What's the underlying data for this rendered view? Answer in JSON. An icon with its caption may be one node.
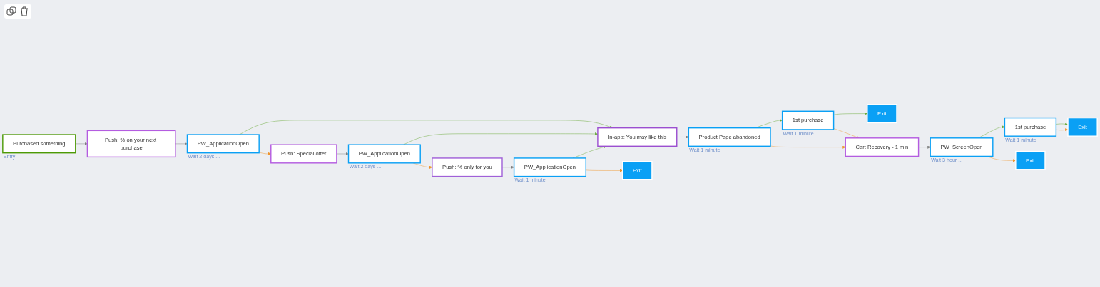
{
  "diagram": {
    "nodes": [
      {
        "text": [
          "Purchased something"
        ],
        "beside": [
          "Entry"
        ]
      },
      {
        "text": [
          "Push: % on your next purchase"
        ]
      },
      {
        "text": [
          "PW_ApplicationOpen"
        ],
        "beside": [
          "Wait 2 days ..."
        ]
      },
      {
        "text": [
          "Push: Special offer"
        ]
      },
      {
        "text": [
          "PW_ApplicationOpen"
        ],
        "beside": [
          "Wait 2 days ..."
        ]
      },
      {
        "text": [
          "In-app: You may like this"
        ]
      },
      {
        "text": [
          "Push: % only for you"
        ]
      },
      {
        "text": [
          "PW_ApplicationOpen"
        ],
        "beside": [
          "Wait 1 minute"
        ]
      },
      {
        "text": [
          "Exit"
        ]
      },
      {
        "text": [
          "Product Page abandoned"
        ],
        "beside": [
          "Wait 1 minute"
        ]
      },
      {
        "text": [
          "1st purchase"
        ],
        "beside": [
          "Wait 1 minute"
        ]
      },
      {
        "text": [
          "Exit"
        ]
      },
      {
        "text": [
          "Cart Recovery - 1 min"
        ]
      },
      {
        "text": [
          "PW_ScreenOpen"
        ],
        "beside": [
          "Wait 3 hour ..."
        ]
      },
      {
        "text": [
          "1st purchase"
        ],
        "beside": [
          "Wait 1 minute"
        ]
      },
      {
        "text": [
          "Exit"
        ]
      },
      {
        "text": [
          "Exit"
        ]
      }
    ],
    "edges": [
      {
        "from": 0,
        "to": 1,
        "arrow": "to",
        "color": "#808080"
      },
      {
        "from": 1,
        "to": 2,
        "arrow": "to",
        "color": "#808080"
      },
      {
        "from": 2,
        "to": 5,
        "arrow": "to",
        "color": "#6aaa3a"
      },
      {
        "from": 2,
        "to": 3,
        "arrow": "to",
        "color": "#f0962e"
      },
      {
        "from": 3,
        "to": 4,
        "arrow": "to",
        "color": "#808080"
      },
      {
        "from": 4,
        "to": 5,
        "arrow": "to",
        "color": "#6aaa3a"
      },
      {
        "from": 4,
        "to": 6,
        "arrow": "to",
        "color": "#f0962e"
      },
      {
        "from": 6,
        "to": 7,
        "arrow": "to",
        "color": "#808080"
      },
      {
        "from": 7,
        "to": 5,
        "arrow": "to",
        "color": "#6aaa3a"
      },
      {
        "from": 7,
        "to": 8,
        "arrow": "to",
        "color": "#f0962e"
      },
      {
        "from": 5,
        "to": 9,
        "arrow": "to",
        "color": "#808080"
      },
      {
        "from": 9,
        "to": 10,
        "arrow": "to",
        "color": "#6aaa3a"
      },
      {
        "from": 9,
        "to": 12,
        "arrow": "to",
        "color": "#f0962e"
      },
      {
        "from": 10,
        "to": 11,
        "arrow": "to",
        "color": "#6aaa3a"
      },
      {
        "from": 10,
        "to": 12,
        "arrow": "to",
        "color": "#f0962e"
      },
      {
        "from": 12,
        "to": 13,
        "arrow": "to",
        "color": "#808080"
      },
      {
        "from": 13,
        "to": 14,
        "arrow": "to",
        "color": "#6aaa3a"
      },
      {
        "from": 13,
        "to": 16,
        "arrow": "to",
        "color": "#f0962e"
      },
      {
        "from": 14,
        "to": 15,
        "arrow": "to",
        "color": "#6aaa3a"
      },
      {
        "from": 14,
        "to": 15,
        "arrow": "to",
        "color": "#f0962e"
      }
    ]
  }
}
